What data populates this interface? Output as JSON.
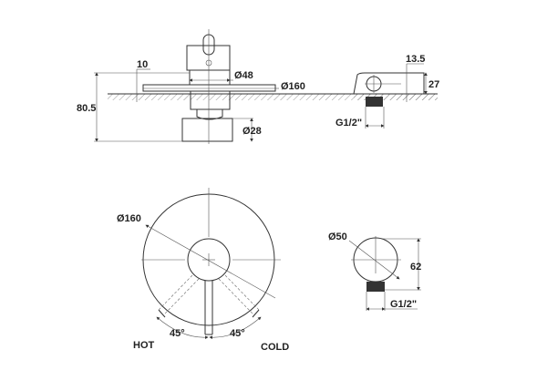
{
  "front_view": {
    "height_total": "80.5",
    "plate_thickness": "10",
    "collar_diameter": "Ø48",
    "plate_diameter": "Ø160",
    "body_diameter": "Ø28"
  },
  "side_view_spout": {
    "offset": "13.5",
    "height": "27",
    "thread": "G1/2\""
  },
  "plan_view": {
    "plate_diameter": "Ø160",
    "angle_left": "45°",
    "angle_right": "45°",
    "hot_label": "HOT",
    "cold_label": "COLD"
  },
  "spout_plan_view": {
    "diameter": "Ø50",
    "length": "62",
    "thread": "G1/2\""
  },
  "colors": {
    "line": "#333333",
    "background": "#ffffff"
  }
}
